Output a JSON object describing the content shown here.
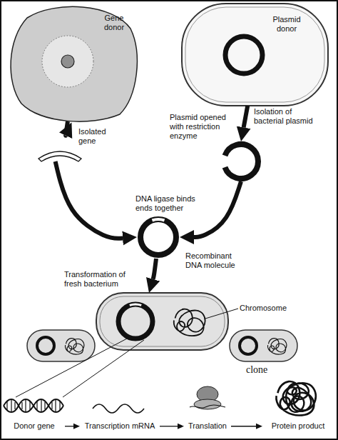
{
  "diagram": {
    "nodes": [
      {
        "text": [
          "Gene donor"
        ]
      },
      {
        "text": [
          "Plasmid donor"
        ]
      },
      {
        "text": [
          "Isolated gene"
        ]
      },
      {
        "text": [
          "Plasmid opened with restriction enzyme"
        ]
      },
      {
        "text": [
          "Recombinant DNA molecule"
        ]
      },
      {
        "text": [
          "Transformation of fresh bacterium"
        ]
      },
      {
        "text": [
          "Donor gene"
        ]
      },
      {
        "text": [
          "Transcription mRNA"
        ]
      },
      {
        "text": [
          "Translation"
        ]
      },
      {
        "text": [
          "Protein product"
        ]
      }
    ],
    "edges": [
      {
        "from": 0,
        "to": 2,
        "arrow": "to"
      },
      {
        "from": 1,
        "to": 3,
        "label": "Isolation of bacterial plasmid",
        "arrow": "to"
      },
      {
        "from": 2,
        "to": 4,
        "arrow": "to"
      },
      {
        "from": 3,
        "to": 4,
        "arrow": "to"
      },
      {
        "from": 4,
        "to": 5,
        "arrow": "to"
      },
      {
        "from": 6,
        "to": 7,
        "arrow": "to"
      },
      {
        "from": 7,
        "to": 8,
        "arrow": "to"
      },
      {
        "from": 8,
        "to": 9,
        "arrow": "to"
      }
    ],
    "labels": [
      "DNA ligase binds ends together",
      "Chromosome",
      "clone"
    ]
  }
}
